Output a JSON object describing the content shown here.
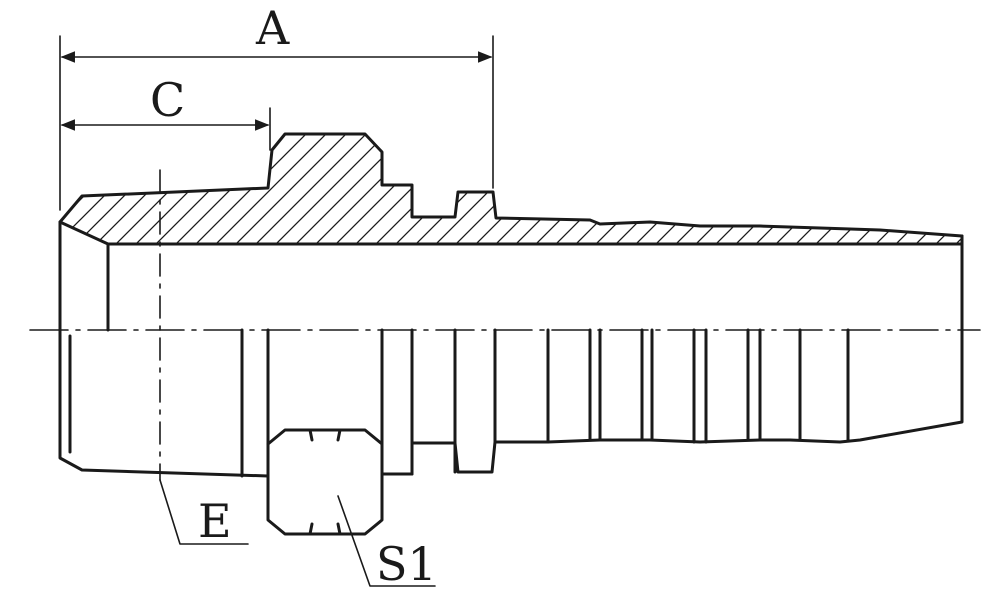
{
  "labels": {
    "a": "A",
    "c": "C",
    "e": "E",
    "s1": "S1"
  },
  "colors": {
    "ink": "#1a1a1a",
    "paper": "#ffffff"
  }
}
